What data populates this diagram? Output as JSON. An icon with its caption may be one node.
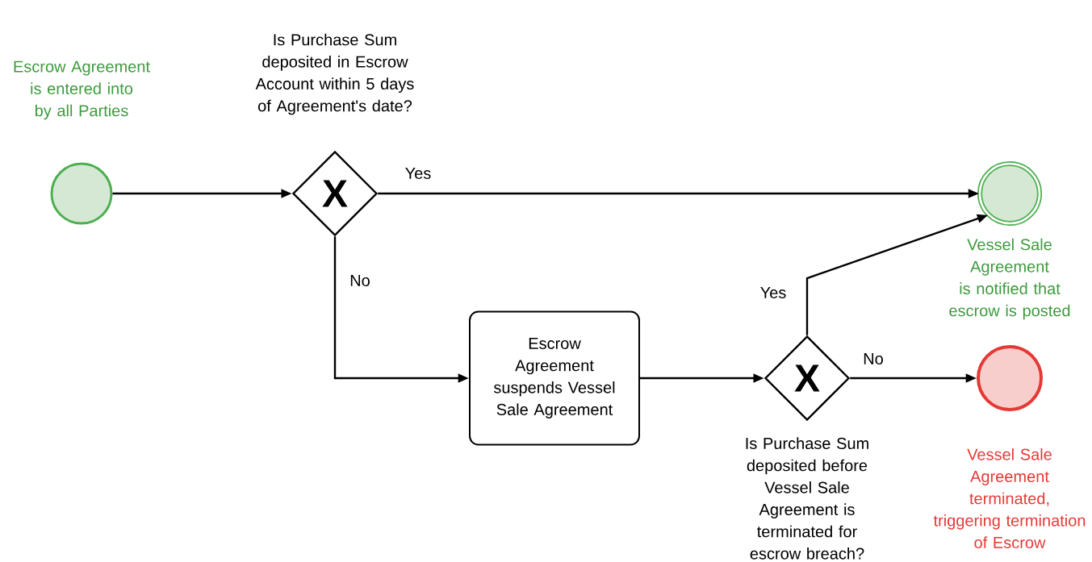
{
  "diagram": {
    "nodes": [
      {
        "text": [],
        "shape": "circle",
        "beside": [
          "Escrow Agreement is entered into by all Parties"
        ]
      },
      {
        "text": [
          "X"
        ],
        "beside": [
          "Is Purchase Sum deposited in Escrow Account within 5 days of Agreement's date?"
        ]
      },
      {
        "text": [],
        "shape": "circle",
        "beside": [
          "Vessel Sale Agreement is notified that escrow is posted"
        ]
      },
      {
        "text": [
          "Escrow Agreement suspends Vessel Sale Agreement"
        ]
      },
      {
        "text": [
          "X"
        ],
        "beside": [
          "Is Purchase Sum deposited before Vessel Sale Agreement is terminated for escrow breach?"
        ]
      },
      {
        "text": [],
        "shape": "circle",
        "beside": [
          "Vessel Sale Agreement terminated, triggering termination of Escrow"
        ]
      }
    ],
    "edges": [
      {
        "from": 0,
        "to": 1,
        "arrow": "to"
      },
      {
        "from": 1,
        "to": 2,
        "arrow": "to",
        "label": "Yes"
      },
      {
        "from": 1,
        "to": 3,
        "arrow": "to",
        "label": "No"
      },
      {
        "from": 3,
        "to": 4,
        "arrow": "to"
      },
      {
        "from": 4,
        "to": 2,
        "arrow": "to",
        "label": "Yes"
      },
      {
        "from": 4,
        "to": 5,
        "arrow": "to",
        "label": "No"
      }
    ]
  }
}
